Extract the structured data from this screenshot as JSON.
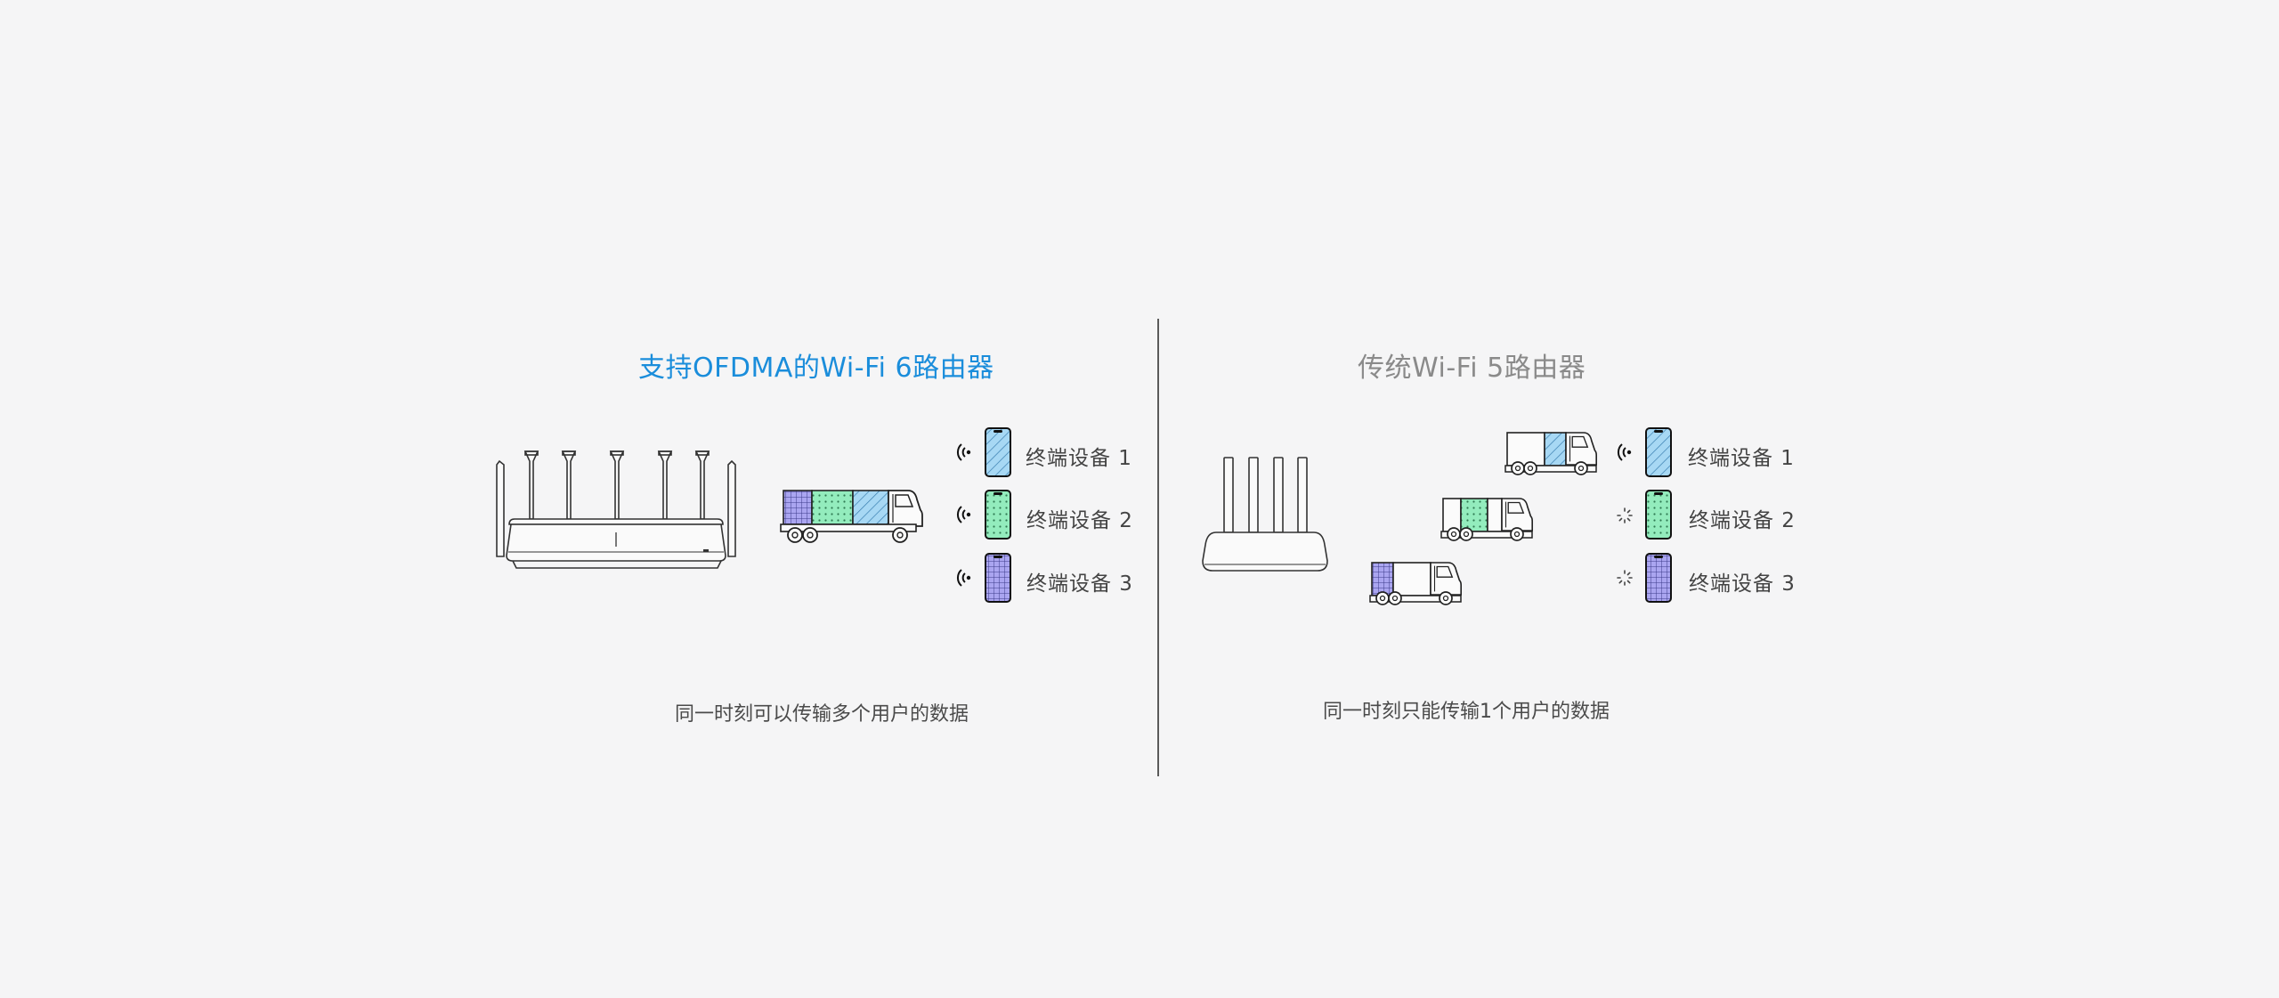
{
  "left_panel": {
    "title": "支持OFDMA的Wi-Fi 6路由器",
    "caption": "同一时刻可以传输多个用户的数据",
    "devices": [
      {
        "label": "终端设备 1",
        "pattern": "hatch-blue",
        "signal": "wifi"
      },
      {
        "label": "终端设备 2",
        "pattern": "dots-green",
        "signal": "wifi"
      },
      {
        "label": "终端设备 3",
        "pattern": "grid-purple",
        "signal": "wifi"
      }
    ]
  },
  "right_panel": {
    "title": "传统Wi-Fi 5路由器",
    "caption": "同一时刻只能传输1个用户的数据",
    "devices": [
      {
        "label": "终端设备 1",
        "pattern": "hatch-blue",
        "signal": "wifi"
      },
      {
        "label": "终端设备 2",
        "pattern": "dots-green",
        "signal": "loading"
      },
      {
        "label": "终端设备 3",
        "pattern": "grid-purple",
        "signal": "loading"
      }
    ]
  },
  "colors": {
    "title_active": "#1a8ddb",
    "title_inactive": "#8a8a8a",
    "blue": "#9fd3f2",
    "green": "#8fe8b8",
    "purple": "#a9a3ee"
  }
}
